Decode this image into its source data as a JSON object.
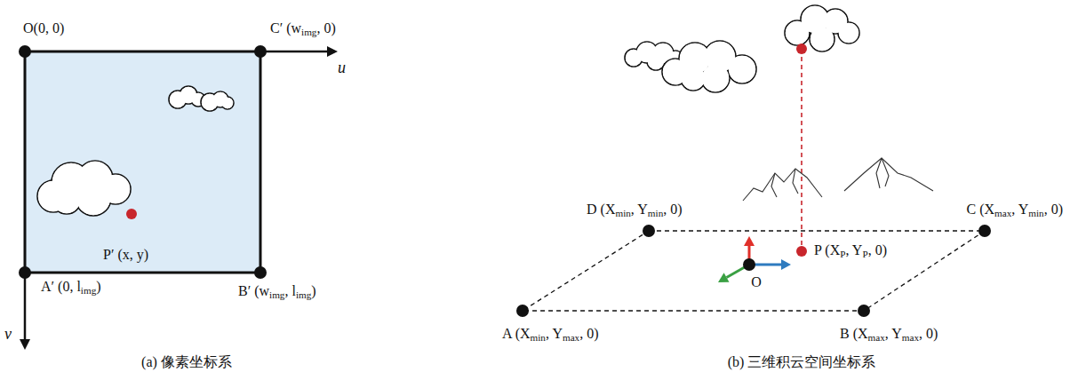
{
  "diagram": {
    "nodes": [
      {
        "text": [
          "P′ (x, y)"
        ]
      },
      {
        "text": [
          "O",
          "P (XP, YP, 0)"
        ]
      }
    ],
    "labels": [
      "O(0, 0)",
      "C′ (wimg, 0)",
      "u",
      "v",
      "A′ (0, limg)",
      "B′ (wimg, limg)",
      "(a) 像素坐标系",
      "D (Xmin, Ymin, 0)",
      "C (Xmax, Ymin, 0)",
      "A (Xmin, Ymax, 0)",
      "B (Xmax, Ymax, 0)",
      "(b) 三维积云空间坐标系"
    ]
  }
}
